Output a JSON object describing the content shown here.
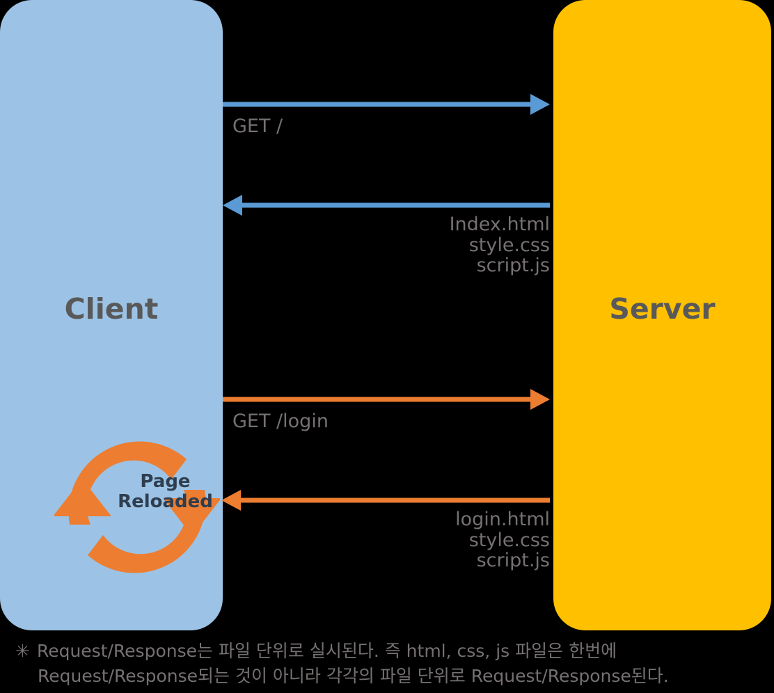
{
  "diagram": {
    "title": "Client-Server Request/Response flow",
    "colors": {
      "client_fill": "#9cc3e5",
      "server_fill": "#ffc000",
      "background": "#000000",
      "request_blue": "#5b9bd5",
      "request_orange": "#ed7d31",
      "label_gray": "#767171",
      "node_label_gray": "#595959",
      "reload_text": "#2f3e4f"
    }
  },
  "nodes": {
    "client": {
      "label": "Client"
    },
    "server": {
      "label": "Server"
    }
  },
  "exchanges": [
    {
      "id": "get-root",
      "direction": "client-to-server",
      "color": "#5b9bd5",
      "label": "GET /"
    },
    {
      "id": "response-index",
      "direction": "server-to-client",
      "color": "#5b9bd5",
      "files": [
        "Index.html",
        "style.css",
        "script.js"
      ]
    },
    {
      "id": "get-login",
      "direction": "client-to-server",
      "color": "#ed7d31",
      "label": "GET /login"
    },
    {
      "id": "response-login",
      "direction": "server-to-client",
      "color": "#ed7d31",
      "files": [
        "login.html",
        "style.css",
        "script.js"
      ]
    }
  ],
  "reload_badge": {
    "icon": "refresh-circular-arrows-icon",
    "lines": [
      "Page",
      "Reloaded"
    ]
  },
  "footnote": {
    "marker": "✳",
    "lines": [
      "Request/Response는 파일 단위로 실시된다. 즉 html, css, js 파일은 한번에",
      "Request/Response되는 것이 아니라 각각의 파일 단위로 Request/Response된다."
    ]
  }
}
